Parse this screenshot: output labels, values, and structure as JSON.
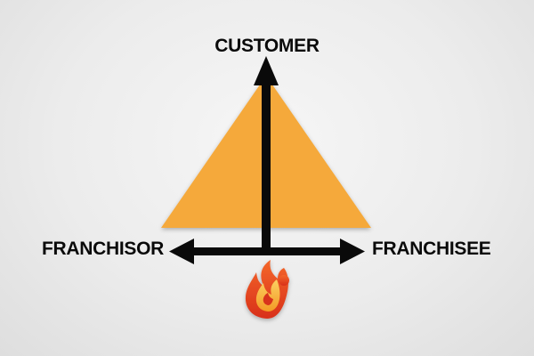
{
  "diagram": {
    "top_label": "CUSTOMER",
    "left_label": "FRANCHISOR",
    "right_label": "FRANCHISEE"
  },
  "colors": {
    "triangle": "#f5a93a",
    "arrows": "#0a0a0a",
    "logo_outer": "#e8451e",
    "logo_inner": "#f7a22c"
  },
  "icons": {
    "logo": "flame-logo-icon"
  }
}
